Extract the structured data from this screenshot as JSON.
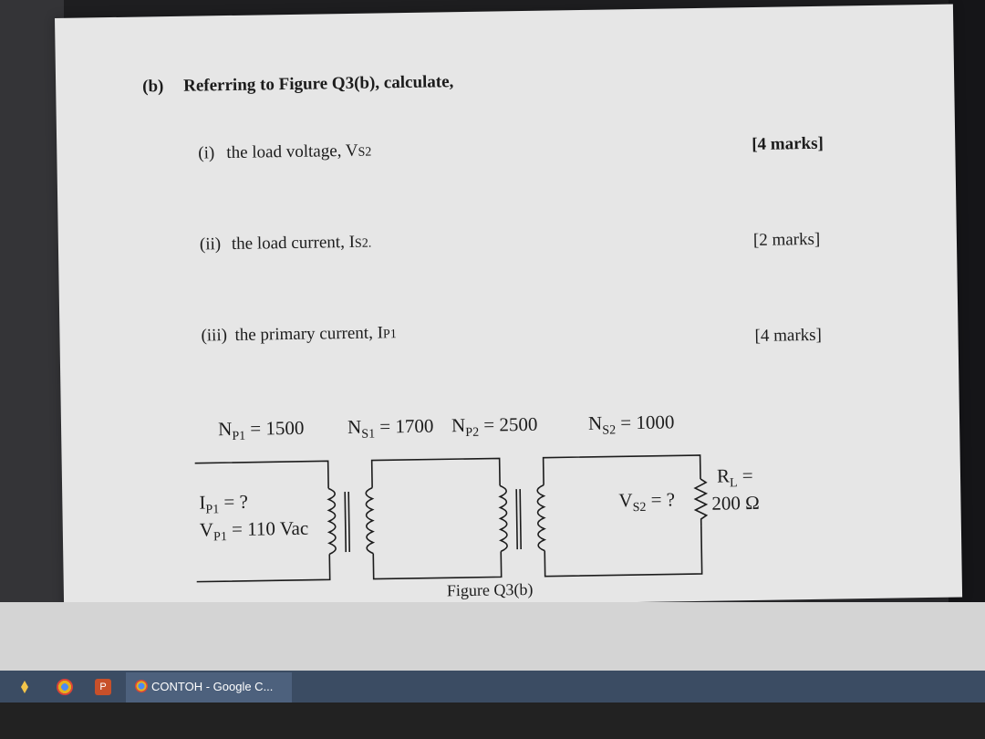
{
  "question": {
    "part_label": "(b)",
    "intro": "Referring to Figure Q3(b), calculate,",
    "items": [
      {
        "num": "(i)",
        "text": "the load voltage, V",
        "sub": "S2",
        "marks": "[4 marks]"
      },
      {
        "num": "(ii)",
        "text": "the load current, I",
        "sub": "S2.",
        "marks": "[2 marks]"
      },
      {
        "num": "(iii)",
        "text": "the primary current, I",
        "sub": "P1",
        "marks": "[4 marks]"
      }
    ]
  },
  "figure": {
    "caption": "Figure Q3(b)",
    "labels": {
      "np1": {
        "main": "N",
        "sub": "P1",
        "rest": " = 1500"
      },
      "ns1": {
        "main": "N",
        "sub": "S1",
        "rest": " = 1700"
      },
      "np2": {
        "main": "N",
        "sub": "P2",
        "rest": " = 2500"
      },
      "ns2": {
        "main": "N",
        "sub": "S2",
        "rest": " = 1000"
      },
      "ip1": {
        "main": "I",
        "sub": "P1",
        "rest": " = ?"
      },
      "vp1": {
        "main": "V",
        "sub": "P1",
        "rest": " = 110 Vac"
      },
      "vs2": {
        "main": "V",
        "sub": "S2",
        "rest": " = ?"
      },
      "rl": {
        "main": "R",
        "sub": "L",
        "rest": " ="
      },
      "rl_value": "200 Ω"
    }
  },
  "taskbar": {
    "app_badge": "P",
    "task_label": "CONTOH - Google C..."
  }
}
